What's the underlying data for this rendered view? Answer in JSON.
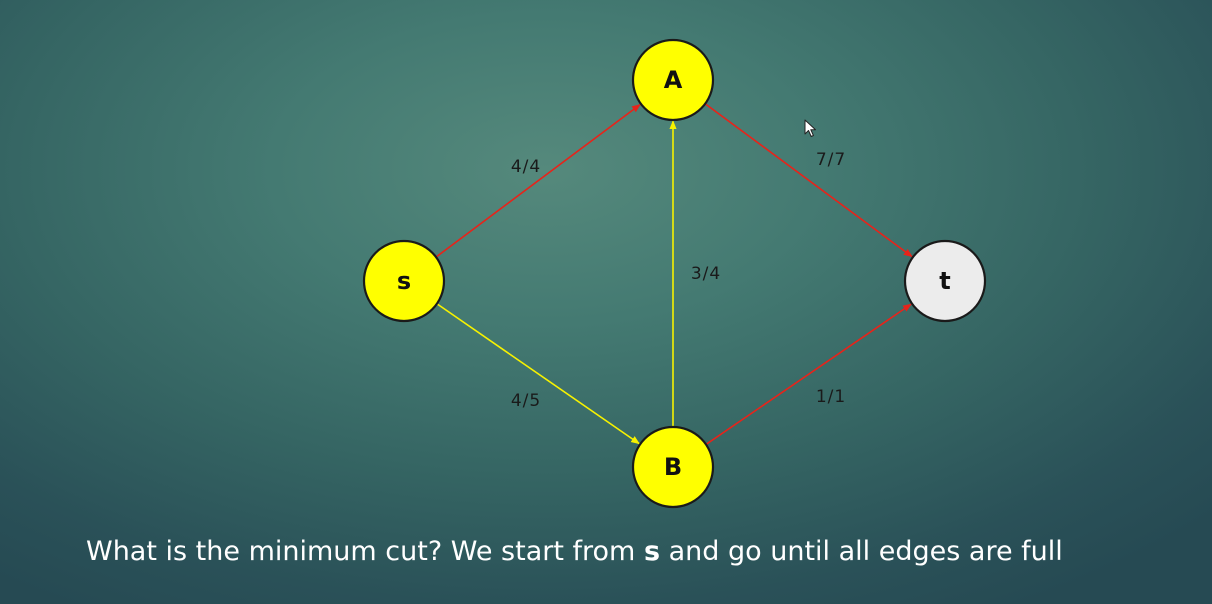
{
  "colors": {
    "saturated_edge": "#e8231a",
    "flow_edge": "#f7f200",
    "source_side_node": "#ffff00",
    "sink_node": "#ececec",
    "node_border": "#1a1a1a"
  },
  "nodes": [
    {
      "id": "A",
      "label": "A",
      "fill": "#ffff00"
    },
    {
      "id": "s",
      "label": "s",
      "fill": "#ffff00"
    },
    {
      "id": "t",
      "label": "t",
      "fill": "#ececec"
    },
    {
      "id": "B",
      "label": "B",
      "fill": "#ffff00"
    }
  ],
  "edges": [
    {
      "from": "s",
      "to": "A",
      "label": "4/4",
      "color": "#e8231a"
    },
    {
      "from": "s",
      "to": "B",
      "label": "4/5",
      "color": "#f7f200"
    },
    {
      "from": "B",
      "to": "A",
      "label": "3/4",
      "color": "#f7f200"
    },
    {
      "from": "A",
      "to": "t",
      "label": "7/7",
      "color": "#e8231a"
    },
    {
      "from": "B",
      "to": "t",
      "label": "1/1",
      "color": "#e8231a"
    }
  ],
  "caption": {
    "before": "What is the minimum cut? We start from ",
    "bold": "s",
    "after": " and go until all edges are full"
  },
  "cursor_icon": "arrow-cursor-icon"
}
